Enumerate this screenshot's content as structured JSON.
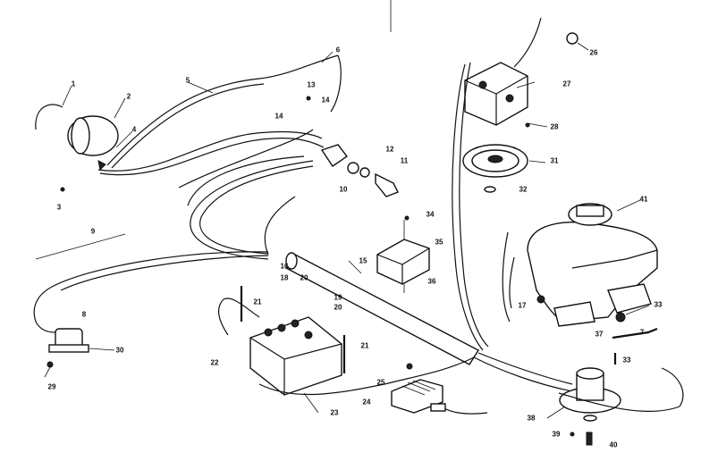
{
  "diagram": {
    "colors": {
      "ink": "#111111",
      "paper": "#ffffff"
    },
    "callouts": [
      {
        "id": "c1",
        "text": "1"
      },
      {
        "id": "c2",
        "text": "2"
      },
      {
        "id": "c3",
        "text": "3"
      },
      {
        "id": "c4",
        "text": "4"
      },
      {
        "id": "c5",
        "text": "5"
      },
      {
        "id": "c6",
        "text": "6"
      },
      {
        "id": "c7",
        "text": "7"
      },
      {
        "id": "c8",
        "text": "8"
      },
      {
        "id": "c9",
        "text": "9"
      },
      {
        "id": "c10",
        "text": "10"
      },
      {
        "id": "c11",
        "text": "11"
      },
      {
        "id": "c12",
        "text": "12"
      },
      {
        "id": "c13",
        "text": "13"
      },
      {
        "id": "c14",
        "text": "14"
      },
      {
        "id": "c14b",
        "text": "14"
      },
      {
        "id": "c15",
        "text": "15"
      },
      {
        "id": "c16",
        "text": "16"
      },
      {
        "id": "c17",
        "text": "17"
      },
      {
        "id": "c18",
        "text": "18"
      },
      {
        "id": "c19",
        "text": "19"
      },
      {
        "id": "c20",
        "text": "20"
      },
      {
        "id": "c20b",
        "text": "20"
      },
      {
        "id": "c21",
        "text": "21"
      },
      {
        "id": "c21b",
        "text": "21"
      },
      {
        "id": "c22",
        "text": "22"
      },
      {
        "id": "c23",
        "text": "23"
      },
      {
        "id": "c24",
        "text": "24"
      },
      {
        "id": "c25",
        "text": "25"
      },
      {
        "id": "c26",
        "text": "26"
      },
      {
        "id": "c27",
        "text": "27"
      },
      {
        "id": "c28",
        "text": "28"
      },
      {
        "id": "c29",
        "text": "29"
      },
      {
        "id": "c30",
        "text": "30"
      },
      {
        "id": "c31",
        "text": "31"
      },
      {
        "id": "c32",
        "text": "32"
      },
      {
        "id": "c33",
        "text": "33"
      },
      {
        "id": "c33b",
        "text": "33"
      },
      {
        "id": "c34",
        "text": "34"
      },
      {
        "id": "c35",
        "text": "35"
      },
      {
        "id": "c36",
        "text": "36"
      },
      {
        "id": "c37",
        "text": "37"
      },
      {
        "id": "c38",
        "text": "38"
      },
      {
        "id": "c39",
        "text": "39"
      },
      {
        "id": "c40",
        "text": "40"
      },
      {
        "id": "c41",
        "text": "41"
      }
    ]
  }
}
